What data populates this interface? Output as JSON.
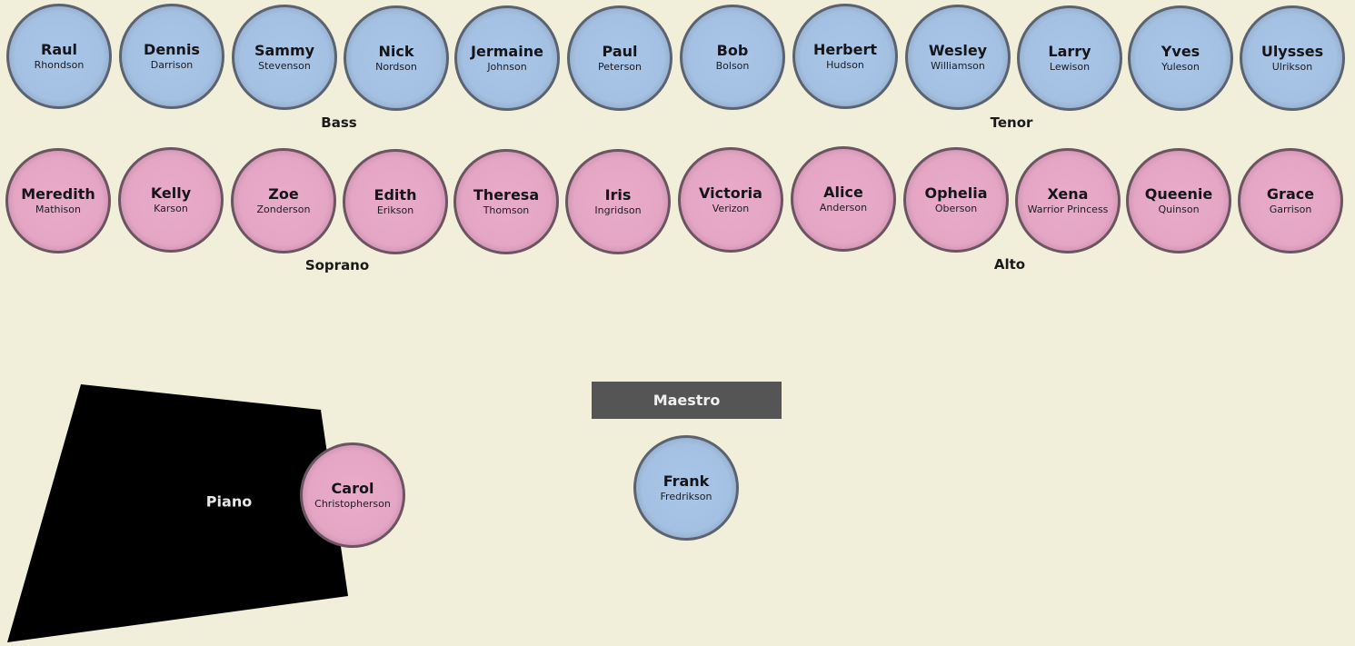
{
  "sections": {
    "bass": "Bass",
    "tenor": "Tenor",
    "soprano": "Soprano",
    "alto": "Alto"
  },
  "men_row": [
    {
      "first": "Raul",
      "last": "Rhondson"
    },
    {
      "first": "Dennis",
      "last": "Darrison"
    },
    {
      "first": "Sammy",
      "last": "Stevenson"
    },
    {
      "first": "Nick",
      "last": "Nordson"
    },
    {
      "first": "Jermaine",
      "last": "Johnson"
    },
    {
      "first": "Paul",
      "last": "Peterson"
    },
    {
      "first": "Bob",
      "last": "Bolson"
    },
    {
      "first": "Herbert",
      "last": "Hudson"
    },
    {
      "first": "Wesley",
      "last": "Williamson"
    },
    {
      "first": "Larry",
      "last": "Lewison"
    },
    {
      "first": "Yves",
      "last": "Yuleson"
    },
    {
      "first": "Ulysses",
      "last": "Ulrikson"
    }
  ],
  "women_row": [
    {
      "first": "Meredith",
      "last": "Mathison"
    },
    {
      "first": "Kelly",
      "last": "Karson"
    },
    {
      "first": "Zoe",
      "last": "Zonderson"
    },
    {
      "first": "Edith",
      "last": "Erikson"
    },
    {
      "first": "Theresa",
      "last": "Thomson"
    },
    {
      "first": "Iris",
      "last": "Ingridson"
    },
    {
      "first": "Victoria",
      "last": "Verizon"
    },
    {
      "first": "Alice",
      "last": "Anderson"
    },
    {
      "first": "Ophelia",
      "last": "Oberson"
    },
    {
      "first": "Xena",
      "last": "Warrior Princess"
    },
    {
      "first": "Queenie",
      "last": "Quinson"
    },
    {
      "first": "Grace",
      "last": "Garrison"
    }
  ],
  "pianist": {
    "first": "Carol",
    "last": "Christopherson"
  },
  "conductor": {
    "first": "Frank",
    "last": "Fredrikson"
  },
  "piano_label": "Piano",
  "podium_label": "Maestro",
  "colors": {
    "background": "#f1efda",
    "male_seat": "#a4c0e2",
    "female_seat": "#e5a6c6",
    "piano": "#000000",
    "podium": "#555555"
  }
}
